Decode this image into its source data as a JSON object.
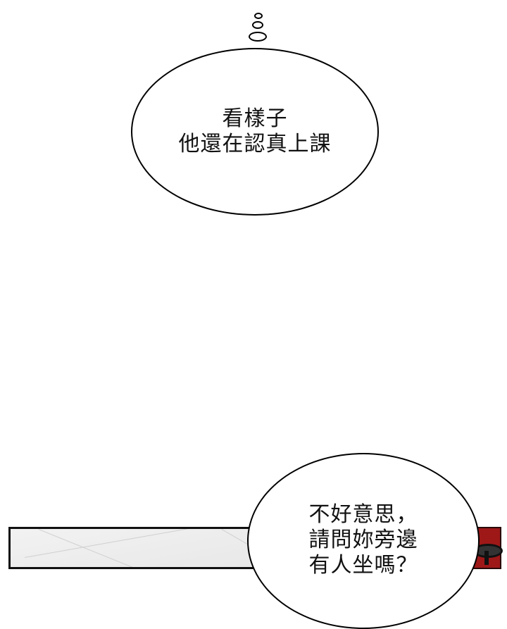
{
  "page": {
    "background": "#ffffff"
  },
  "thought_bubble": {
    "lines": [
      "看樣子",
      "他還在認真上課"
    ]
  },
  "speech_bubble": {
    "lines": [
      "不好意思，",
      "請問妳旁邊",
      "有人坐嗎？"
    ]
  },
  "panel": {
    "description": "white tiled floor scene",
    "accent_color": "#9e1818"
  }
}
